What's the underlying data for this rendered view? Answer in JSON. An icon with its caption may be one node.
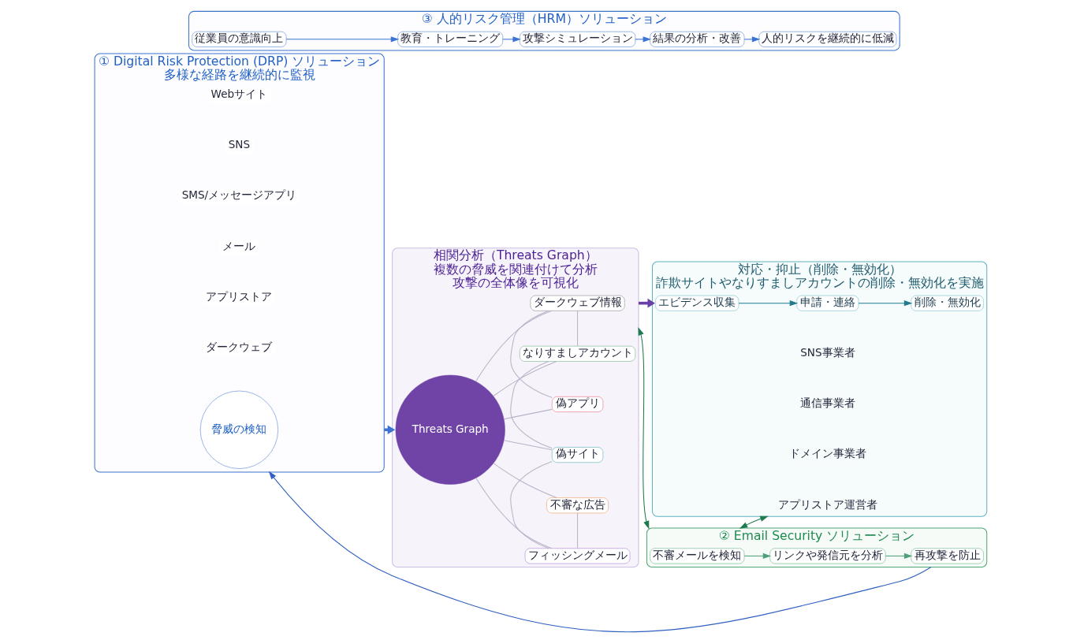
{
  "diagram": {
    "nodes": [
      {
        "text": [
          "① Digital Risk Protection (DRP) ソリューション",
          "多様な経路を継続的に監視"
        ]
      },
      {
        "text": [
          "Webサイト"
        ],
        "in": 0
      },
      {
        "text": [
          "SNS"
        ],
        "in": 0
      },
      {
        "text": [
          "SMS/メッセージアプリ"
        ],
        "in": 0
      },
      {
        "text": [
          "メール"
        ],
        "in": 0
      },
      {
        "text": [
          "アプリストア"
        ],
        "in": 0
      },
      {
        "text": [
          "ダークウェブ"
        ],
        "in": 0
      },
      {
        "text": [
          "脅威の検知"
        ],
        "in": 0
      },
      {
        "text": [
          "相関分析（Threats Graph）",
          "複数の脅威を関連付けて分析",
          "攻撃の全体像を可視化"
        ]
      },
      {
        "text": [
          "Threats Graph"
        ],
        "in": 8
      },
      {
        "text": [
          "フィッシングメール"
        ],
        "in": 8
      },
      {
        "text": [
          "不審な広告"
        ],
        "in": 8
      },
      {
        "text": [
          "偽サイト"
        ],
        "in": 8
      },
      {
        "text": [
          "偽アプリ"
        ],
        "in": 8
      },
      {
        "text": [
          "なりすましアカウント"
        ],
        "in": 8
      },
      {
        "text": [
          "ダークウェブ情報"
        ],
        "in": 8
      },
      {
        "text": [
          "対応・抑止（削除・無効化）",
          "詐欺サイトやなりすましアカウントの削除・無効化を実施"
        ]
      },
      {
        "text": [
          "エビデンス収集"
        ],
        "in": 16
      },
      {
        "text": [
          "申請・連絡"
        ],
        "in": 16
      },
      {
        "text": [
          "削除・無効化"
        ],
        "in": 16
      },
      {
        "text": [
          "SNS事業者"
        ],
        "in": 16
      },
      {
        "text": [
          "通信事業者"
        ],
        "in": 16
      },
      {
        "text": [
          "ドメイン事業者"
        ],
        "in": 16
      },
      {
        "text": [
          "アプリストア運営者"
        ],
        "in": 16
      },
      {
        "text": [
          "② Email Security ソリューション"
        ]
      },
      {
        "text": [
          "不審メールを検知"
        ],
        "in": 24
      },
      {
        "text": [
          "リンクや発信元を分析"
        ],
        "in": 24
      },
      {
        "text": [
          "再攻撃を防止"
        ],
        "in": 24
      },
      {
        "text": [
          "③ 人的リスク管理（HRM）ソリューション"
        ]
      },
      {
        "text": [
          "従業員の意識向上"
        ],
        "in": 28
      },
      {
        "text": [
          "教育・トレーニング"
        ],
        "in": 28
      },
      {
        "text": [
          "攻撃シミュレーション"
        ],
        "in": 28
      },
      {
        "text": [
          "結果の分析・改善"
        ],
        "in": 28
      },
      {
        "text": [
          "人的リスクを継続的に低減"
        ],
        "in": 28
      }
    ],
    "edges": [
      {
        "from": 0,
        "to": 8,
        "arrow": "to",
        "style": "thick",
        "color": "#3b73d1"
      },
      {
        "from": 8,
        "to": 16,
        "arrow": "to",
        "style": "thick",
        "color": "#6a3fa8"
      },
      {
        "from": 9,
        "to": 10,
        "arrow": "none"
      },
      {
        "from": 9,
        "to": 11,
        "arrow": "none"
      },
      {
        "from": 9,
        "to": 12,
        "arrow": "none"
      },
      {
        "from": 9,
        "to": 13,
        "arrow": "none"
      },
      {
        "from": 9,
        "to": 14,
        "arrow": "none"
      },
      {
        "from": 9,
        "to": 15,
        "arrow": "none"
      },
      {
        "from": 11,
        "to": 10,
        "arrow": "none"
      },
      {
        "from": 10,
        "to": 12,
        "arrow": "none"
      },
      {
        "from": 12,
        "to": 14,
        "arrow": "none"
      },
      {
        "from": 13,
        "to": 15,
        "arrow": "none"
      },
      {
        "from": 15,
        "to": 14,
        "arrow": "none"
      },
      {
        "from": 17,
        "to": 18,
        "arrow": "to",
        "color": "#1f7a8c"
      },
      {
        "from": 18,
        "to": 19,
        "arrow": "to",
        "color": "#1f7a8c"
      },
      {
        "from": 16,
        "to": 24,
        "arrow": "both",
        "color": "#1e7a4e"
      },
      {
        "from": 25,
        "to": 26,
        "arrow": "to",
        "color": "#4e9f7a"
      },
      {
        "from": 26,
        "to": 27,
        "arrow": "to",
        "color": "#4e9f7a"
      },
      {
        "from": 24,
        "to": 0,
        "arrow": "to",
        "color": "#2f5fbf"
      },
      {
        "from": 8,
        "to": 24,
        "arrow": "both",
        "color": "#1e7a4e"
      },
      {
        "from": 29,
        "to": 30,
        "arrow": "to",
        "color": "#3b73d1"
      },
      {
        "from": 30,
        "to": 31,
        "arrow": "to",
        "color": "#3b73d1"
      },
      {
        "from": 31,
        "to": 32,
        "arrow": "to",
        "color": "#3b73d1"
      },
      {
        "from": 32,
        "to": 33,
        "arrow": "to",
        "color": "#3b73d1"
      }
    ]
  }
}
